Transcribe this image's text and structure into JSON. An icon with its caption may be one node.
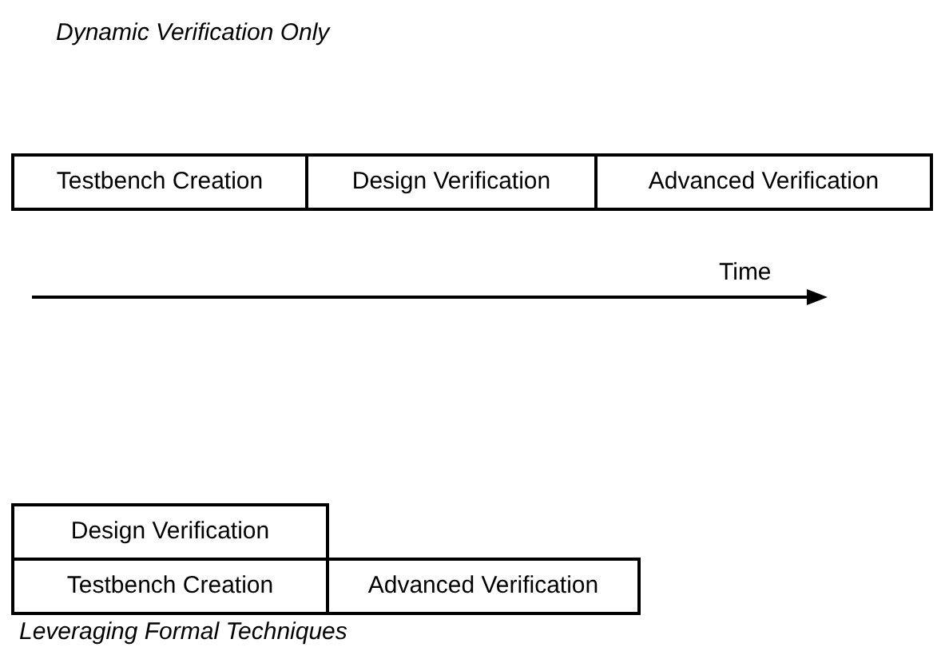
{
  "diagram": {
    "nodes": [
      {
        "text": [
          "Testbench Creation"
        ]
      },
      {
        "text": [
          "Design Verification"
        ]
      },
      {
        "text": [
          "Advanced Verification"
        ]
      },
      {
        "text": [
          "Design Verification"
        ]
      },
      {
        "text": [
          "Testbench Creation"
        ]
      },
      {
        "text": [
          "Advanced Verification"
        ]
      }
    ],
    "edges": [],
    "labels": [
      "Dynamic Verification Only",
      "Time",
      "Leveraging Formal Techniques"
    ]
  }
}
